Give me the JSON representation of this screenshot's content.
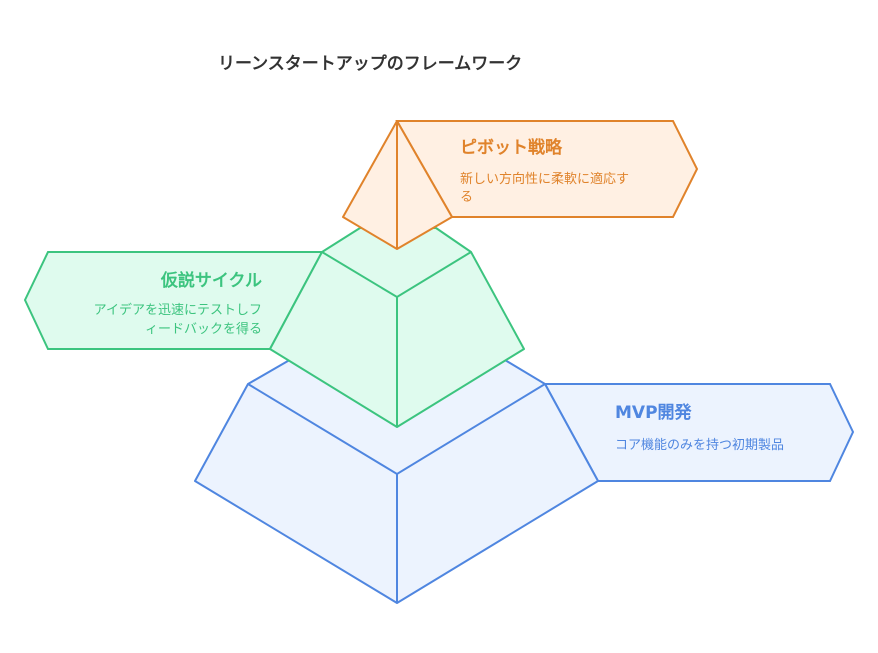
{
  "title": "リーンスタートアップのフレームワーク",
  "tiers": [
    {
      "heading": "ピボット戦略",
      "desc_lines": [
        "新しい方向性に柔軟に適応す",
        "る"
      ],
      "color": "#e0832b",
      "fill": "#fff0e3"
    },
    {
      "heading": "仮説サイクル",
      "desc_lines": [
        "アイデアを迅速にテストしフ",
        "ィードバックを得る"
      ],
      "color": "#3cc47f",
      "fill": "#dffbee"
    },
    {
      "heading": "MVP開発",
      "desc_lines": [
        "コア機能のみを持つ初期製品"
      ],
      "color": "#4f86e0",
      "fill": "#ecf3fe"
    }
  ]
}
